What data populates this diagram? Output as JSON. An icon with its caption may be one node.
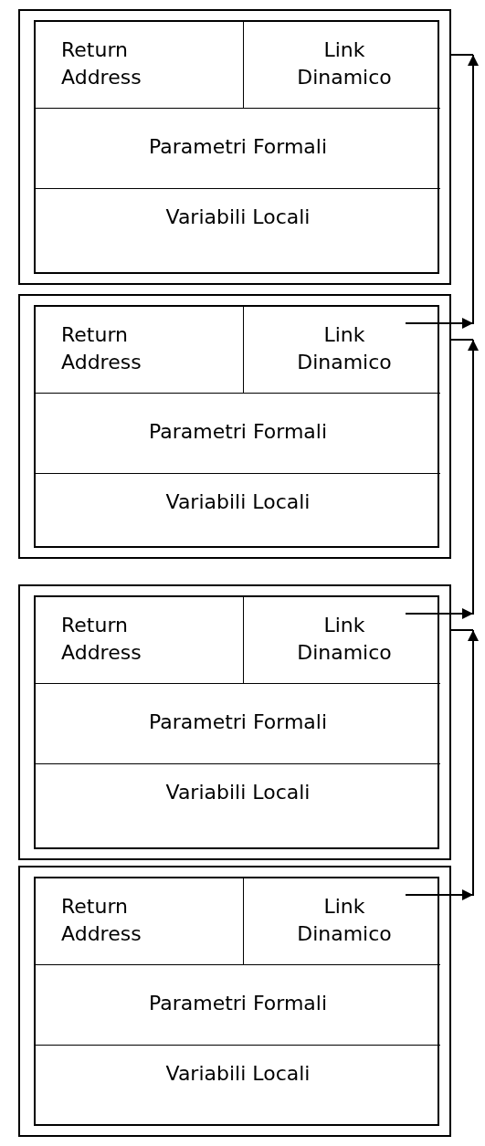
{
  "diagram": {
    "nodes": [
      {
        "text": [],
        "shape": "box"
      },
      {
        "text": [
          "Return Address"
        ],
        "in": 0
      },
      {
        "text": [
          "Link Dinamico"
        ],
        "in": 0
      },
      {
        "text": [
          "Parametri Formali"
        ],
        "in": 0
      },
      {
        "text": [
          "Variabili Locali"
        ],
        "in": 0
      },
      {
        "text": [],
        "shape": "box"
      },
      {
        "text": [
          "Return Address"
        ],
        "in": 5
      },
      {
        "text": [
          "Link Dinamico"
        ],
        "in": 5
      },
      {
        "text": [
          "Parametri Formali"
        ],
        "in": 5
      },
      {
        "text": [
          "Variabili Locali"
        ],
        "in": 5
      },
      {
        "text": [],
        "shape": "box"
      },
      {
        "text": [
          "Return Address"
        ],
        "in": 10
      },
      {
        "text": [
          "Link Dinamico"
        ],
        "in": 10
      },
      {
        "text": [
          "Parametri Formali"
        ],
        "in": 10
      },
      {
        "text": [
          "Variabili Locali"
        ],
        "in": 10
      },
      {
        "text": [],
        "shape": "box"
      },
      {
        "text": [
          "Return Address"
        ],
        "in": 15
      },
      {
        "text": [
          "Link Dinamico"
        ],
        "in": 15
      },
      {
        "text": [
          "Parametri Formali"
        ],
        "in": 15
      },
      {
        "text": [
          "Variabili Locali"
        ],
        "in": 15
      }
    ],
    "edges": [
      {
        "from": 7,
        "to": 0,
        "arrow": "to"
      },
      {
        "from": 12,
        "to": 5,
        "arrow": "to"
      },
      {
        "from": 17,
        "to": 10,
        "arrow": "to"
      }
    ]
  }
}
